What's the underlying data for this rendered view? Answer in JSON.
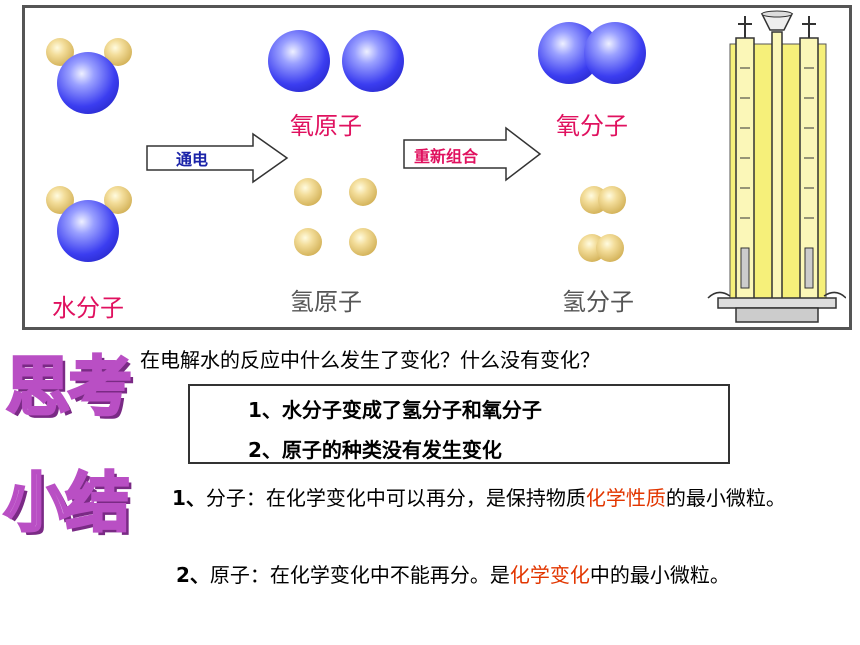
{
  "diagram": {
    "labels": {
      "water_molecule": "水分子",
      "oxygen_atom": "氧原子",
      "hydrogen_atom": "氢原子",
      "oxygen_molecule": "氧分子",
      "hydrogen_molecule": "氢分子"
    },
    "arrows": {
      "electrolysis": "通电",
      "recombine": "重新组合"
    }
  },
  "think": {
    "badge": "思考",
    "question": "在电解水的反应中什么发生了变化？什么没有变化？",
    "answers": [
      "1、水分子变成了氢分子和氧分子",
      "2、原子的种类没有发生变化"
    ]
  },
  "summary": {
    "badge": "小结",
    "point1": {
      "prefix": "1、",
      "text_a": "分子：在化学变化中可以再分，是保持物质",
      "red": "化学性质",
      "text_b": "的最小微粒。"
    },
    "point2": {
      "prefix": "2、",
      "text_a": "原子：在化学变化中不能再分。是",
      "red": "化学变化",
      "text_b": "中的最小微粒。"
    }
  },
  "colors": {
    "label_red": "#e0115f",
    "highlight_red": "#e23600",
    "badge_fill": "#e6b3ee",
    "badge_stroke": "#b94fc4"
  }
}
